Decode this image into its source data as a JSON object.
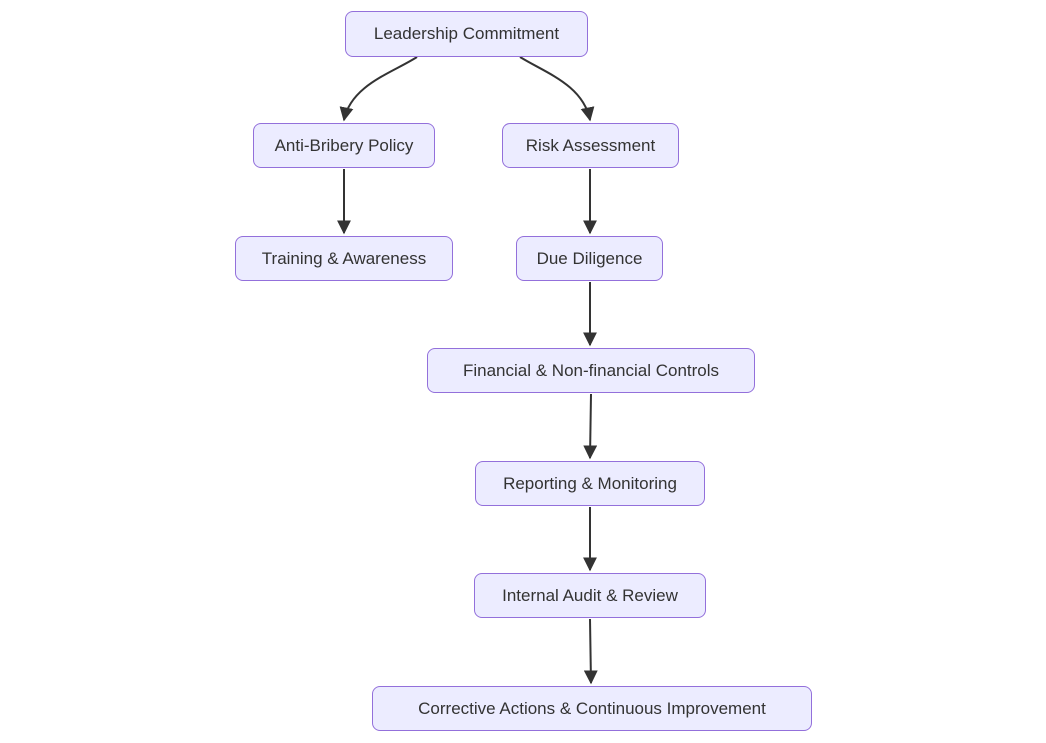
{
  "diagram": {
    "type": "flowchart",
    "direction": "top-down",
    "colors": {
      "background": "#ffffff",
      "node_fill": "#ECECFF",
      "node_border": "#9370DB",
      "text": "#333333",
      "edge": "#333333"
    },
    "nodes": [
      {
        "id": "leadership-commitment",
        "label": "Leadership Commitment"
      },
      {
        "id": "anti-bribery-policy",
        "label": "Anti-Bribery Policy"
      },
      {
        "id": "risk-assessment",
        "label": "Risk Assessment"
      },
      {
        "id": "training-awareness",
        "label": "Training & Awareness"
      },
      {
        "id": "due-diligence",
        "label": "Due Diligence"
      },
      {
        "id": "financial-controls",
        "label": "Financial & Non-financial Controls"
      },
      {
        "id": "reporting-monitoring",
        "label": "Reporting & Monitoring"
      },
      {
        "id": "internal-audit-review",
        "label": "Internal Audit & Review"
      },
      {
        "id": "corrective-actions",
        "label": "Corrective Actions & Continuous Improvement"
      }
    ],
    "edges": [
      {
        "from": "leadership-commitment",
        "to": "anti-bribery-policy"
      },
      {
        "from": "leadership-commitment",
        "to": "risk-assessment"
      },
      {
        "from": "anti-bribery-policy",
        "to": "training-awareness"
      },
      {
        "from": "risk-assessment",
        "to": "due-diligence"
      },
      {
        "from": "due-diligence",
        "to": "financial-controls"
      },
      {
        "from": "financial-controls",
        "to": "reporting-monitoring"
      },
      {
        "from": "reporting-monitoring",
        "to": "internal-audit-review"
      },
      {
        "from": "internal-audit-review",
        "to": "corrective-actions"
      }
    ]
  }
}
